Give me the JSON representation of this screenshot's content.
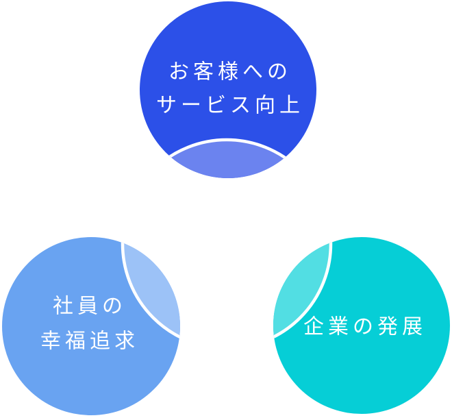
{
  "diagram": {
    "name": "three-circle-philosophy-diagram",
    "background_color": "#ffffff",
    "text_color": "#ffffff",
    "arc_stroke_color": "#ffffff",
    "circles": [
      {
        "id": "customer-service",
        "label_line1": "お客様への",
        "label_line2": "サービス向上",
        "color": "#2c50e8",
        "overlap_color": "#6b83ef"
      },
      {
        "id": "employee-happiness",
        "label_line1": "社員の",
        "label_line2": "幸福追求",
        "color": "#69a3f1",
        "overlap_color": "#9cc2f7"
      },
      {
        "id": "company-growth",
        "label_line1": "企業の発展",
        "label_line2": "",
        "color": "#06ced6",
        "overlap_color": "#52dee3"
      }
    ]
  }
}
